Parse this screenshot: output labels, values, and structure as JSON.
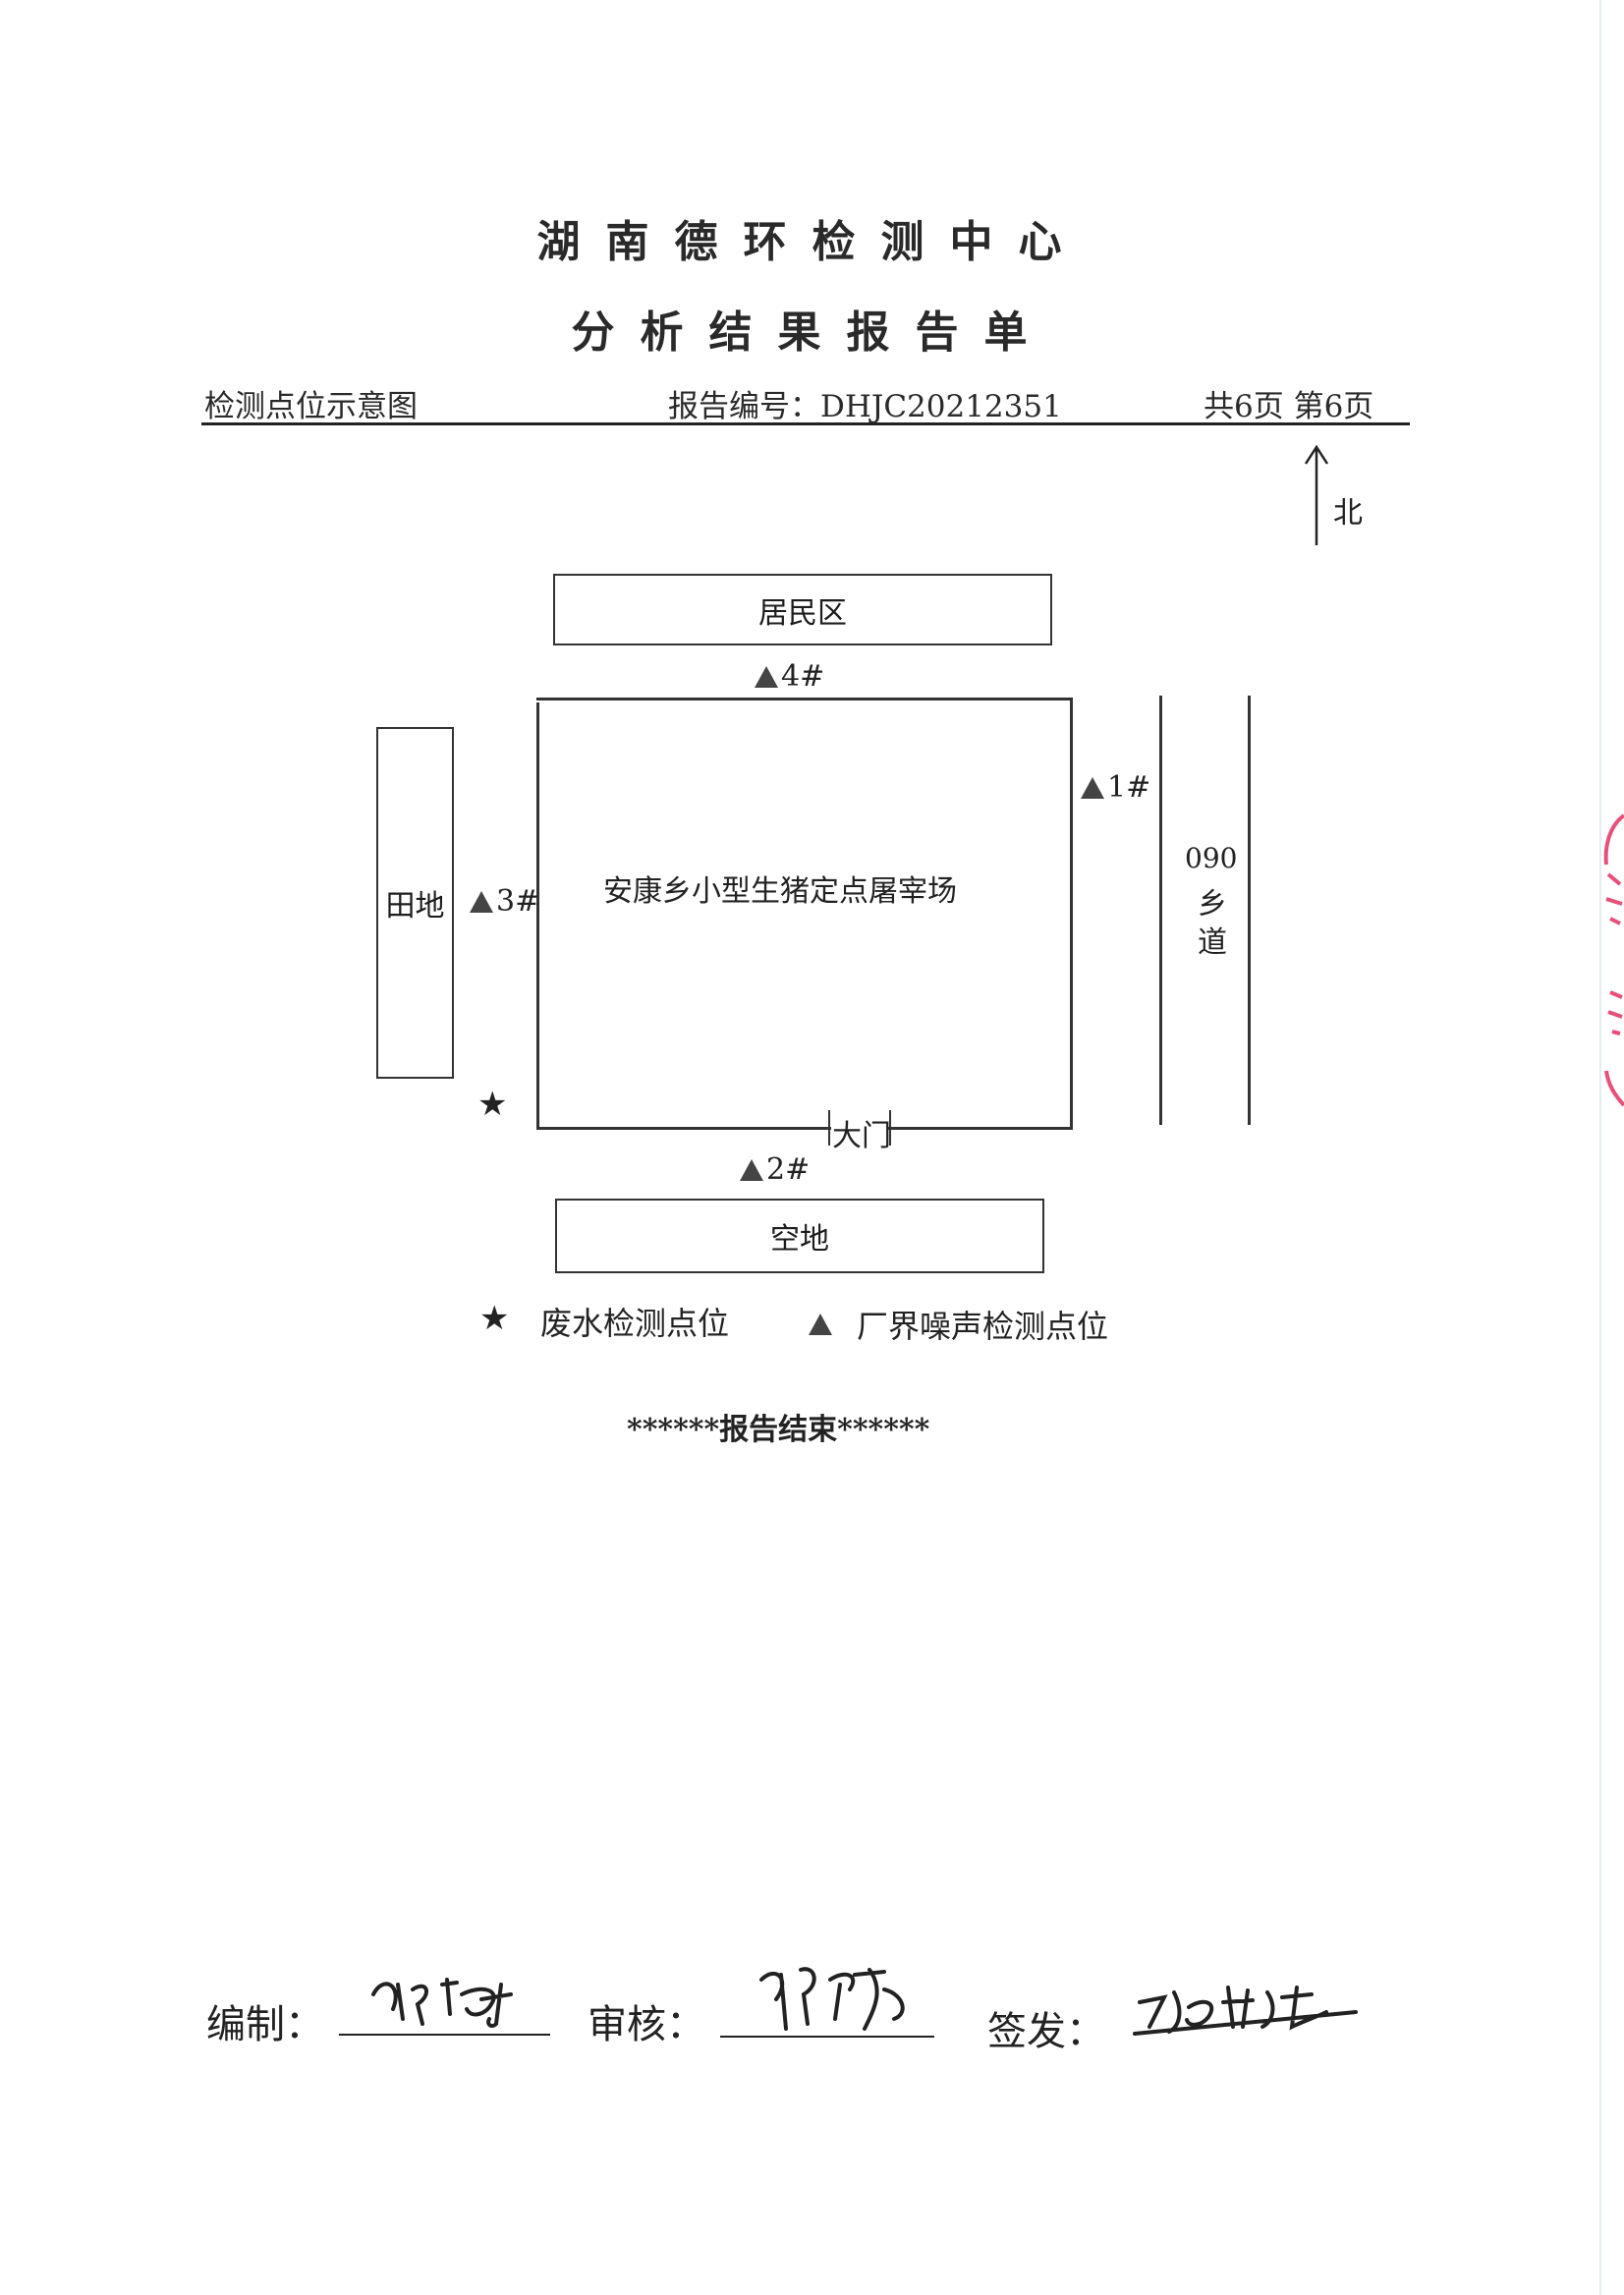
{
  "header": {
    "org_title": "湖南德环检测中心",
    "report_title": "分析结果报告单",
    "section_label": "检测点位示意图",
    "report_no": "报告编号：DHJC20212351",
    "page_info": "共6页 第6页"
  },
  "diagram": {
    "north_label": "北",
    "residential": "居民区",
    "field": "田地",
    "plant_name": "安康乡小型生猪定点屠宰场",
    "road_code": "090",
    "road_ch1": "乡",
    "road_ch2": "道",
    "gate": "大门",
    "empty_land": "空地",
    "points": {
      "p1": "1#",
      "p2": "2#",
      "p3": "3#",
      "p4": "4#"
    },
    "wastewater_symbol": "★"
  },
  "legend": {
    "star_symbol": "★",
    "wastewater": "废水检测点位",
    "noise": "厂界噪声检测点位"
  },
  "end_text": "******报告结束******",
  "signatures": {
    "compile_label": "编制：",
    "review_label": "审核：",
    "issue_label": "签发："
  },
  "colors": {
    "ink": "#222222",
    "stamp": "#e8507a"
  }
}
